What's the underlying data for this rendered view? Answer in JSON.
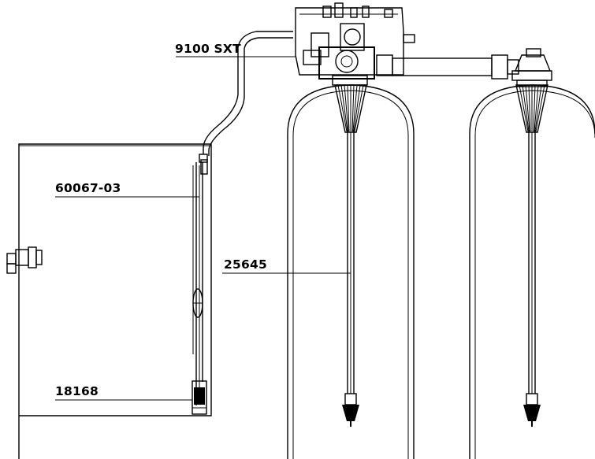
{
  "labels": {
    "valve": "9100 SXT",
    "brine_valve": "60067-03",
    "distributor": "25645",
    "air_check": "18168"
  }
}
